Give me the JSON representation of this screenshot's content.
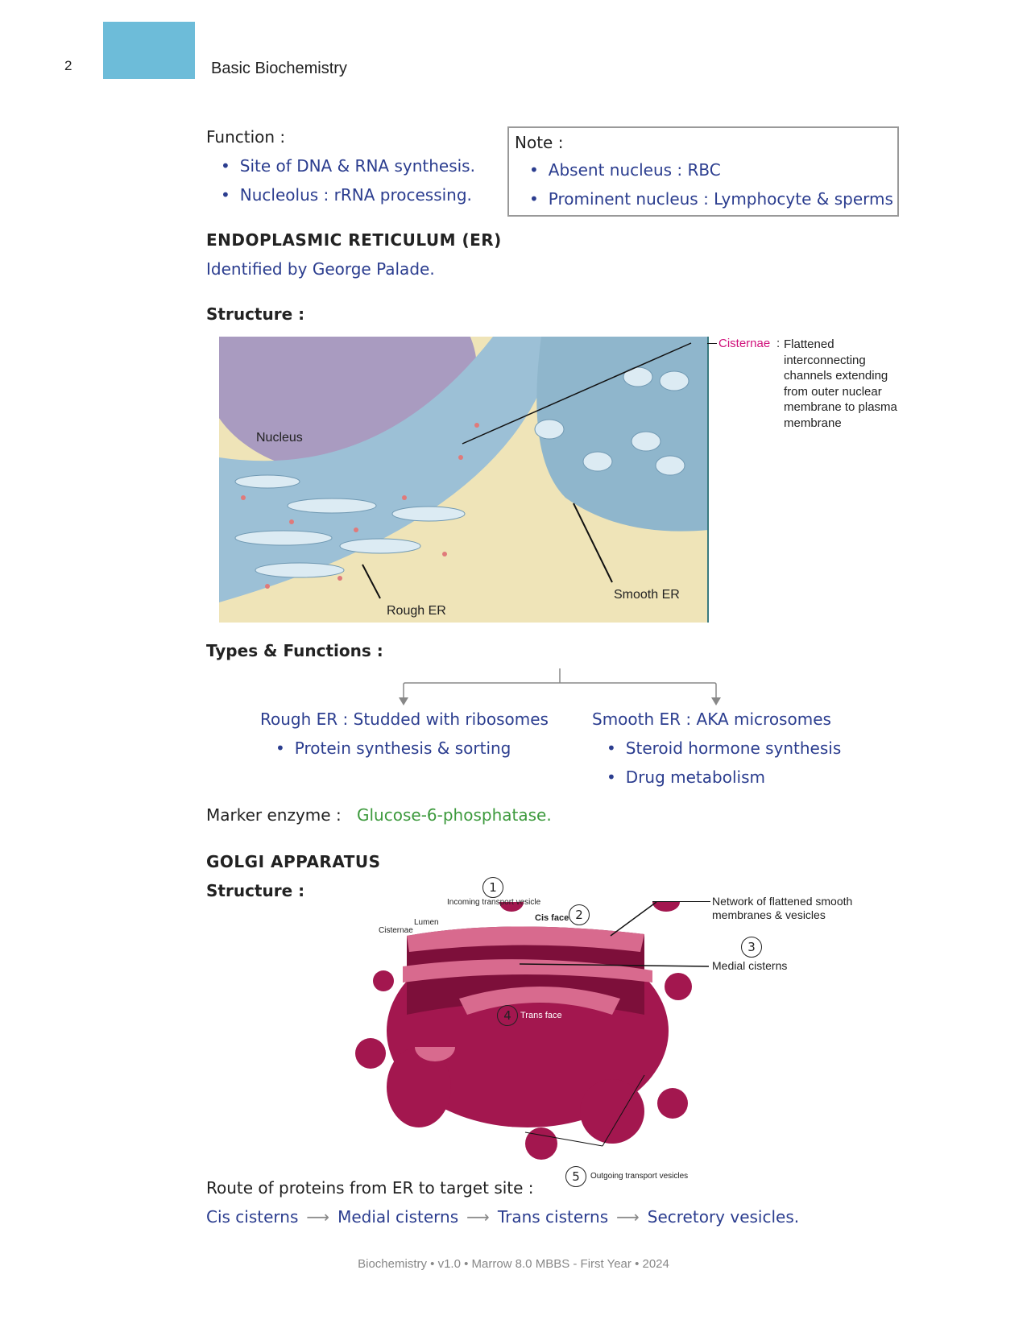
{
  "header": {
    "page_number": "2",
    "title": "Basic Biochemistry",
    "accent": "#6dbcd9"
  },
  "nucleus": {
    "function_label": "Function :",
    "functions": [
      "Site of DNA & RNA synthesis.",
      "Nucleolus : rRNA processing."
    ],
    "note": {
      "label": "Note :",
      "items": [
        "Absent nucleus : RBC",
        "Prominent nucleus : Lymphocyte & sperms"
      ]
    }
  },
  "er": {
    "heading": "ENDOPLASMIC RETICULUM (ER)",
    "identified": "Identified by George Palade.",
    "structure_label": "Structure :",
    "figure": {
      "nucleus": "Nucleus",
      "rough": "Rough ER",
      "smooth": "Smooth ER",
      "cisternae": "Cisternae",
      "cisternae_desc": "Flattened interconnecting channels extending from outer nuclear membrane to plasma membrane"
    },
    "types_label": "Types & Functions :",
    "rough": {
      "title": "Rough ER : Studded with ribosomes",
      "items": [
        "Protein synthesis & sorting"
      ]
    },
    "smooth": {
      "title": "Smooth ER : AKA microsomes",
      "items": [
        "Steroid hormone synthesis",
        "Drug metabolism"
      ]
    },
    "marker_label": "Marker enzyme :",
    "marker_value": "Glucose-6-phosphatase."
  },
  "golgi": {
    "heading": "GOLGI APPARATUS",
    "structure_label": "Structure :",
    "figure": {
      "incoming": "Incoming transport vesicle",
      "lumen": "Lumen",
      "cisternae": "Cisternae",
      "cis_face": "Cis face",
      "network": "Network of flattened smooth membranes & vesicles",
      "medial": "Medial cisterns",
      "trans_face": "Trans face",
      "outgoing": "Outgoing transport vesicles",
      "nums": [
        "1",
        "2",
        "3",
        "4",
        "5"
      ]
    },
    "route_label": "Route of proteins from ER to target site :",
    "route": [
      "Cis cisterns",
      "Medial cisterns",
      "Trans cisterns",
      "Secretory vesicles."
    ]
  },
  "footer": "Biochemistry • v1.0 • Marrow 8.0 MBBS - First Year • 2024"
}
